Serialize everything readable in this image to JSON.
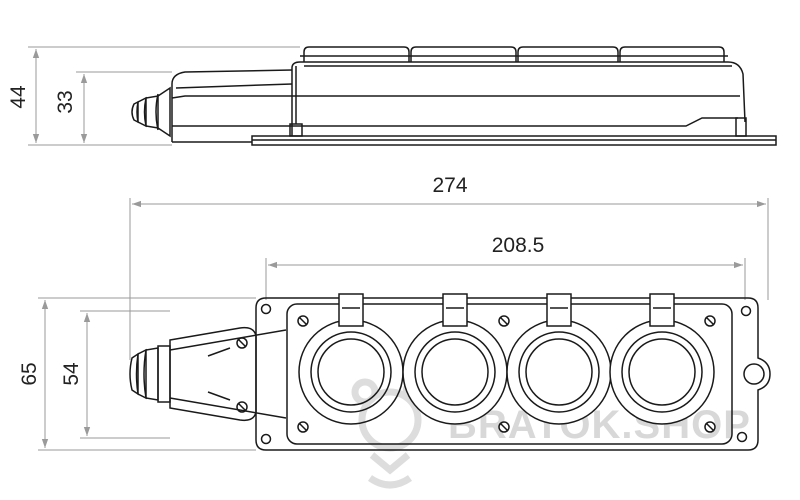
{
  "drawing": {
    "dimensions": {
      "overall_length": "274",
      "socket_span": "208.5",
      "side_total_height": "44",
      "side_body_height": "33",
      "top_total_width": "65",
      "top_body_width": "54"
    },
    "socket_count": 4,
    "colors": {
      "line": "#1a1a1a",
      "dimension_line": "#9a9a9a",
      "text": "#222222",
      "watermark": "#d8d8d8"
    },
    "watermark": {
      "text": "BRATOK.SHOP",
      "icon": "bear-mascot-icon"
    }
  }
}
